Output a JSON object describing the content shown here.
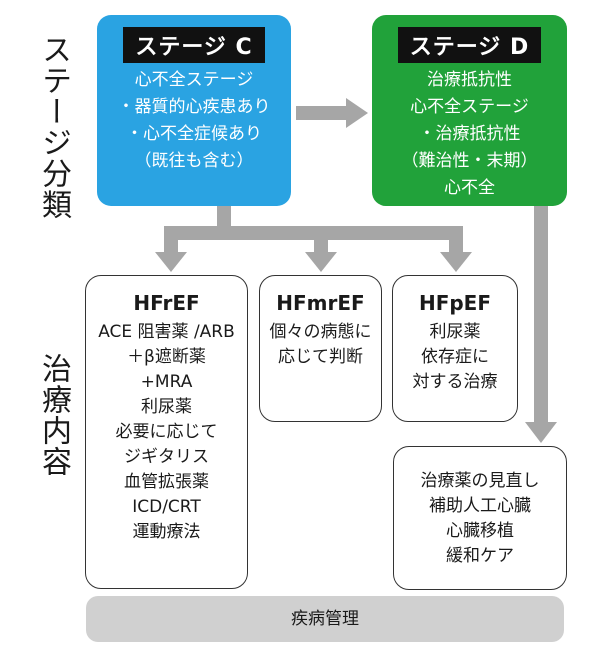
{
  "labels": {
    "stage_classification": "ステージ分類",
    "treatment": "治療内容"
  },
  "stage_c": {
    "title": "ステージ C",
    "lines": [
      "心不全ステージ",
      "・器質的心疾患あり",
      "・心不全症候あり",
      "（既往も含む）"
    ]
  },
  "stage_d": {
    "title": "ステージ D",
    "lines": [
      "治療抵抗性",
      "心不全ステージ",
      "・治療抵抗性",
      "（難治性・末期）",
      "心不全"
    ]
  },
  "hfref": {
    "title": "HFrEF",
    "lines": [
      "ACE 阻害薬 /ARB",
      "＋β遮断薬",
      "+MRA",
      "利尿薬",
      "必要に応じて",
      "ジギタリス",
      "血管拡張薬",
      "ICD/CRT",
      "運動療法"
    ]
  },
  "hfmref": {
    "title": "HFmrEF",
    "lines": [
      "個々の病態に",
      "応じて判断"
    ]
  },
  "hfpef": {
    "title": "HFpEF",
    "lines": [
      "利尿薬",
      "依存症に",
      "対する治療"
    ]
  },
  "stage_d_treatment": {
    "lines": [
      "治療薬の見直し",
      "補助人工心臓",
      "心臓移植",
      "緩和ケア"
    ]
  },
  "bottom_bar": "疾病管理",
  "colors": {
    "stage_c": "#2aa3e2",
    "stage_d": "#21a23a",
    "arrow": "#a6a6a6",
    "bar": "#d0d0d0"
  }
}
